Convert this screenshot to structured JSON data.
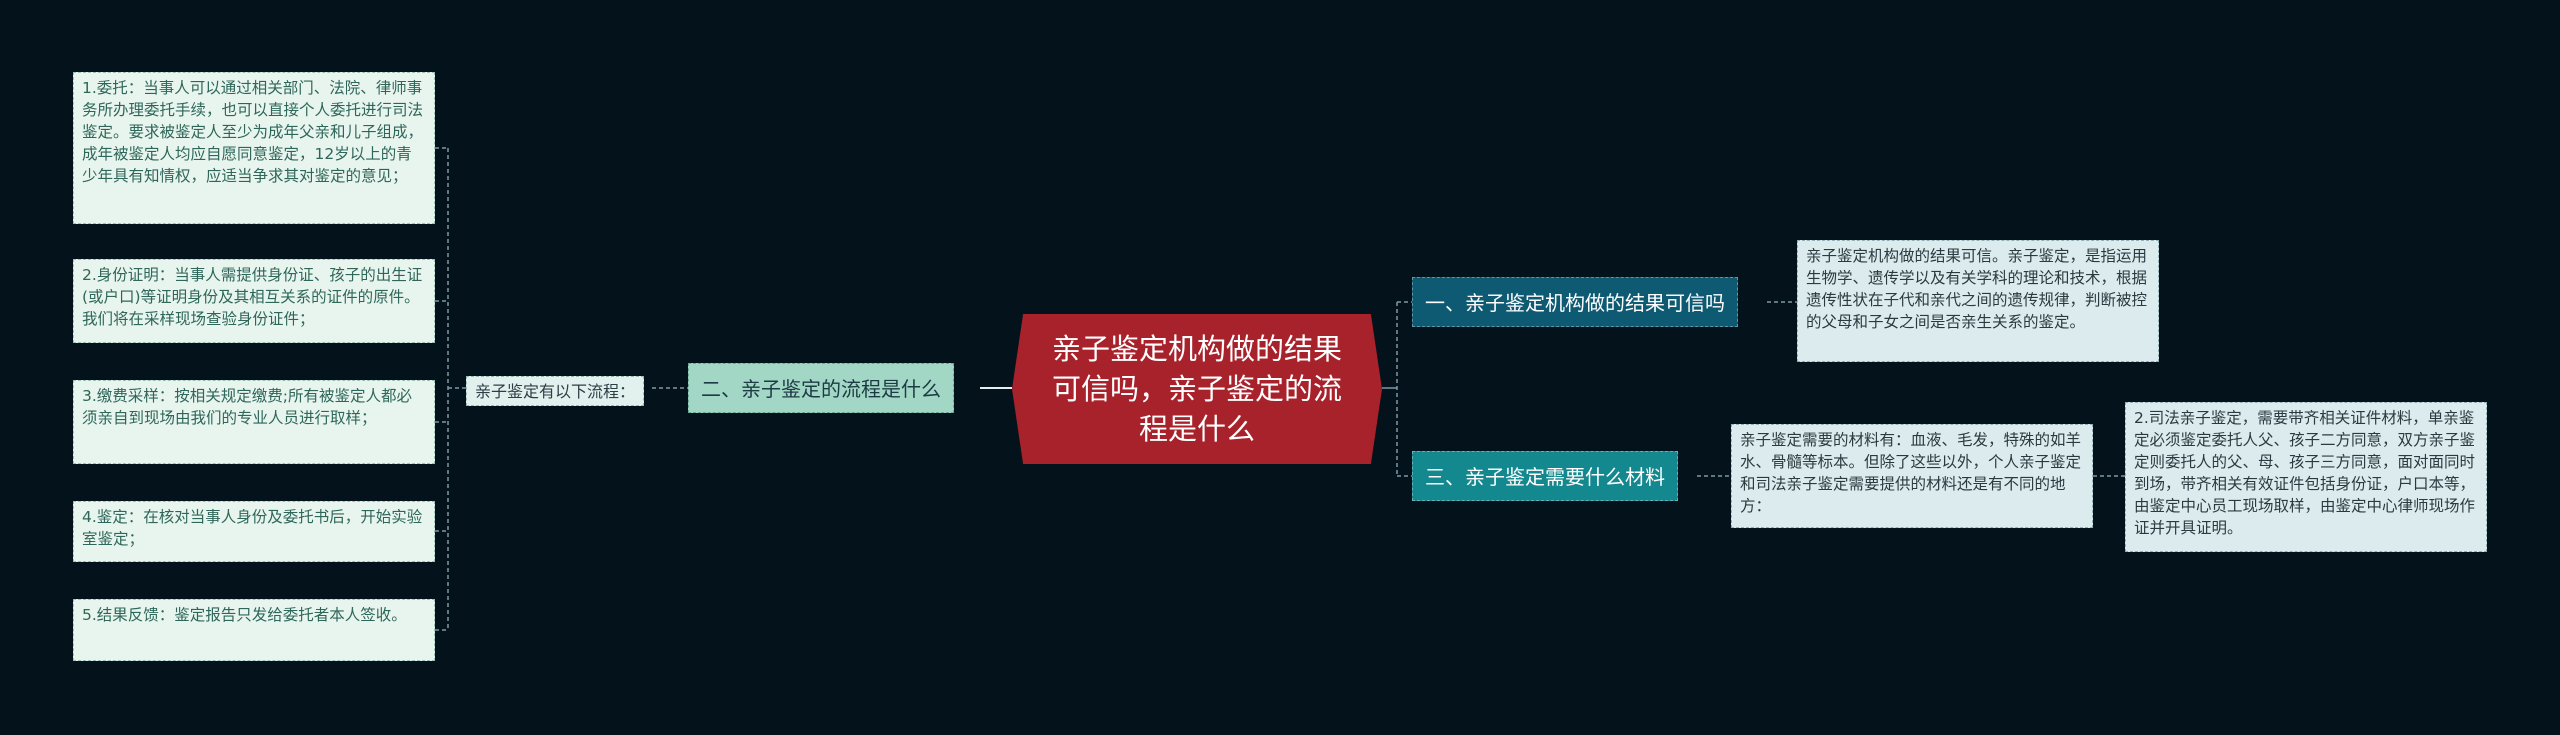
{
  "center": {
    "text": "亲子鉴定机构做的结果可信吗，亲子鉴定的流程是什么"
  },
  "branches": {
    "reliable": "一、亲子鉴定机构做的结果可信吗",
    "materials": "三、亲子鉴定需要什么材料",
    "process": "二、亲子鉴定的流程是什么"
  },
  "process_intro": "亲子鉴定有以下流程：",
  "process_steps": [
    "1.委托：当事人可以通过相关部门、法院、律师事务所办理委托手续，也可以直接个人委托进行司法鉴定。要求被鉴定人至少为成年父亲和儿子组成，成年被鉴定人均应自愿同意鉴定，12岁以上的青少年具有知情权，应适当争求其对鉴定的意见；",
    "2.身份证明：当事人需提供身份证、孩子的出生证(或户口)等证明身份及其相互关系的证件的原件。我们将在采样现场查验身份证件；",
    "3.缴费采样：按相关规定缴费;所有被鉴定人都必须亲自到现场由我们的专业人员进行取样；",
    "4.鉴定：在核对当事人身份及委托书后，开始实验室鉴定；",
    "5.结果反馈：鉴定报告只发给委托者本人签收。"
  ],
  "reliable_text": "亲子鉴定机构做的结果可信。亲子鉴定，是指运用生物学、遗传学以及有关学科的理论和技术，根据遗传性状在子代和亲代之间的遗传规律，判断被控的父母和子女之间是否亲生关系的鉴定。",
  "materials_text": "亲子鉴定需要的材料有：血液、毛发，特殊的如羊水、骨髓等标本。但除了这些以外，个人亲子鉴定和司法亲子鉴定需要提供的材料还是有不同的地方：",
  "judicial_text": "2.司法亲子鉴定，需要带齐相关证件材料，单亲鉴定必须鉴定委托人父、孩子二方同意，双方亲子鉴定则委托人的父、母、孩子三方同意，面对面同时到场，带齐相关有效证件包括身份证，户口本等，由鉴定中心员工现场取样，由鉴定中心律师现场作证并开具证明。",
  "colors": {
    "background": "#03121b",
    "center": "#a8222b",
    "branch_dark": "#0f5a73",
    "branch_teal": "#13888f",
    "branch_light": "#a2d6c5",
    "connector": "#7f98a3"
  }
}
